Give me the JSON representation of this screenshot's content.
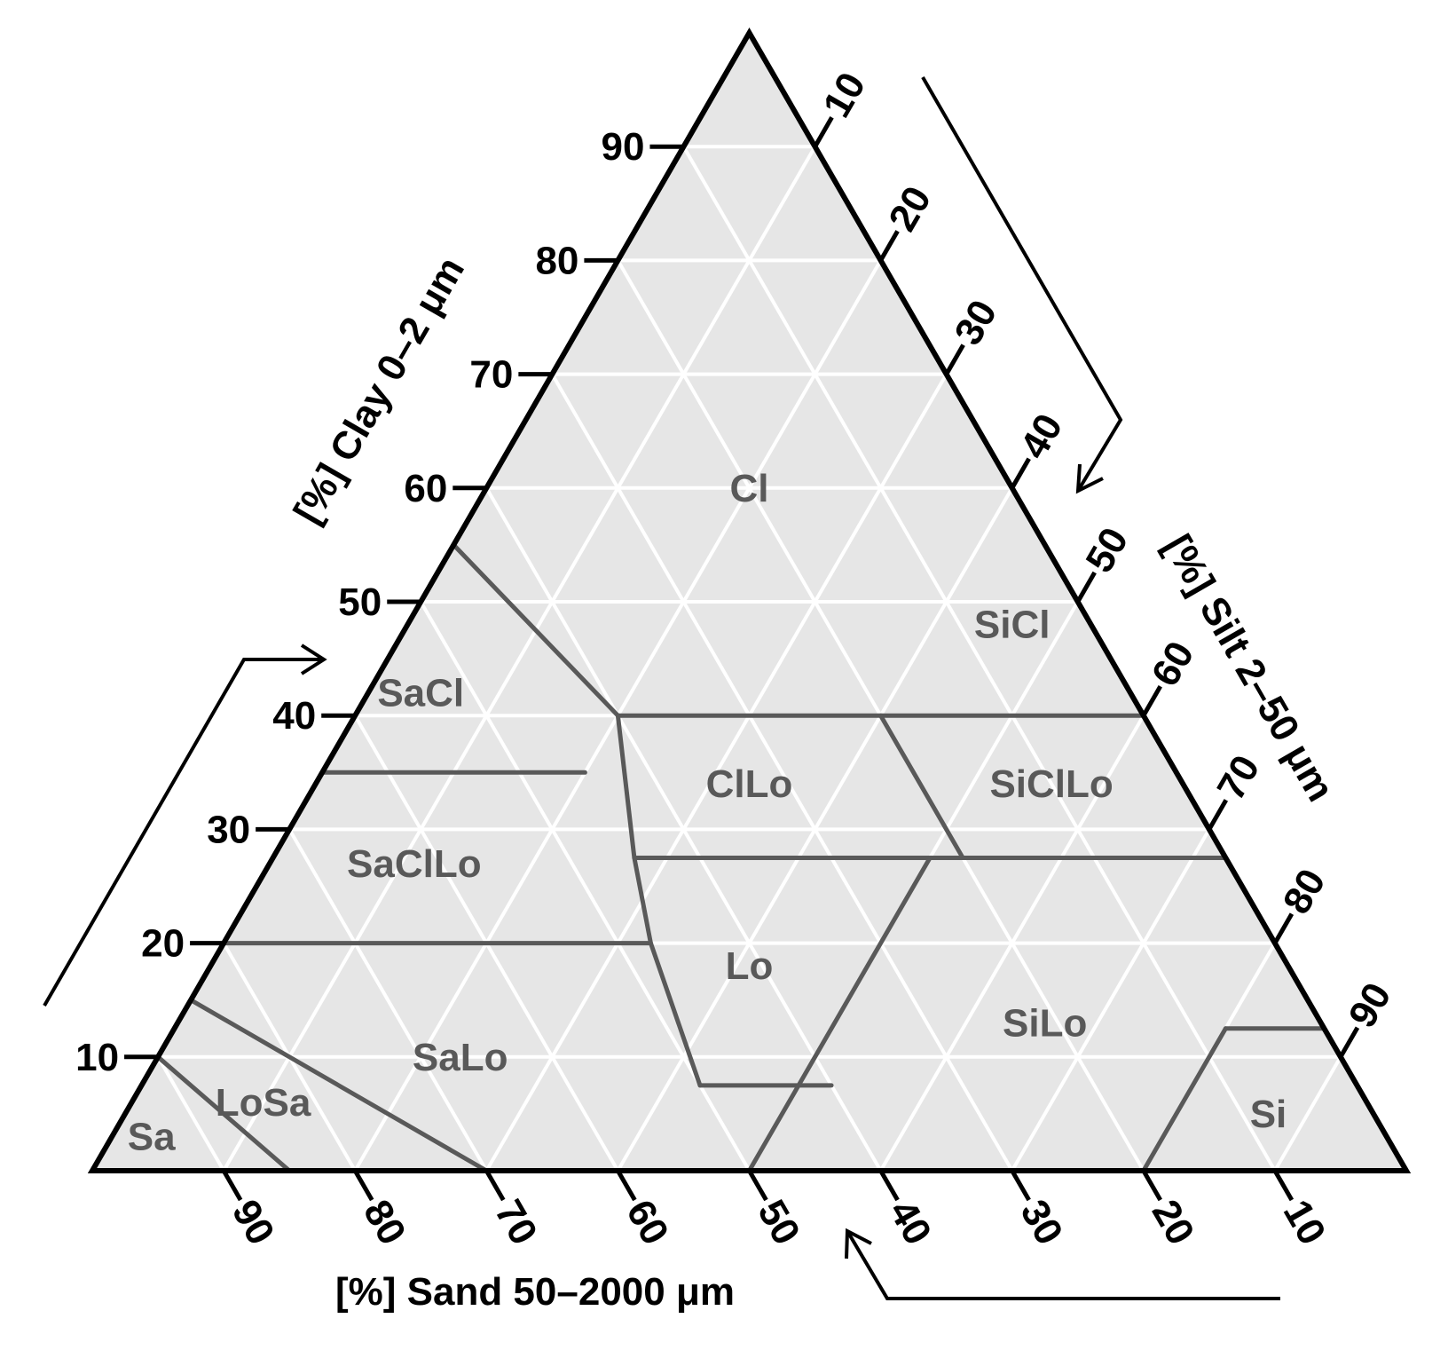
{
  "chart_data": {
    "type": "ternary",
    "colors": {
      "fill": "#e6e6e6",
      "grid": "#ffffff",
      "boundary": "#595959",
      "outline": "#000000",
      "region_text": "#595959"
    },
    "axes": {
      "clay": {
        "title": "[%] Clay 0–2 μm",
        "ticks": [
          "10",
          "20",
          "30",
          "40",
          "50",
          "60",
          "70",
          "80",
          "90"
        ],
        "direction": "increases toward top vertex"
      },
      "silt": {
        "title": "[%] Silt 2–50 μm",
        "ticks": [
          "10",
          "20",
          "30",
          "40",
          "50",
          "60",
          "70",
          "80",
          "90"
        ],
        "direction": "increases toward bottom-right vertex"
      },
      "sand": {
        "title": "[%] Sand 50–2000 μm",
        "ticks": [
          "90",
          "80",
          "70",
          "60",
          "50",
          "40",
          "30",
          "20",
          "10"
        ],
        "direction": "increases toward bottom-left vertex"
      }
    },
    "grid_step": 10,
    "grid": "on",
    "regions": [
      {
        "name": "Cl",
        "clay": 60,
        "silt": 20
      },
      {
        "name": "SiCl",
        "clay": 48,
        "silt": 46
      },
      {
        "name": "SaCl",
        "clay": 42,
        "silt": 4
      },
      {
        "name": "ClLo",
        "clay": 34,
        "silt": 33
      },
      {
        "name": "SiClLo",
        "clay": 34,
        "silt": 56
      },
      {
        "name": "SaClLo",
        "clay": 27,
        "silt": 11
      },
      {
        "name": "Lo",
        "clay": 18,
        "silt": 41
      },
      {
        "name": "SiLo",
        "clay": 13,
        "silt": 66
      },
      {
        "name": "SaLo",
        "clay": 10,
        "silt": 23
      },
      {
        "name": "LoSa",
        "clay": 6,
        "silt": 10
      },
      {
        "name": "Si",
        "clay": 5,
        "silt": 87
      },
      {
        "name": "Sa",
        "clay": 3,
        "silt": 3
      }
    ],
    "boundaries": [
      [
        [
          40,
          20
        ],
        [
          40,
          60
        ]
      ],
      [
        [
          40,
          60
        ],
        [
          60,
          40
        ]
      ],
      [
        [
          55,
          0
        ],
        [
          40,
          20
        ]
      ],
      [
        [
          35,
          0
        ],
        [
          35,
          20
        ]
      ],
      [
        [
          40,
          20
        ],
        [
          27.5,
          27.5
        ]
      ],
      [
        [
          27.5,
          27.5
        ],
        [
          27.5,
          72.5
        ]
      ],
      [
        [
          40,
          40
        ],
        [
          27.5,
          52.5
        ]
      ],
      [
        [
          20,
          0
        ],
        [
          20,
          32.5
        ]
      ],
      [
        [
          20,
          32.5
        ],
        [
          27.5,
          27.5
        ]
      ],
      [
        [
          20,
          32.5
        ],
        [
          7.5,
          42.5
        ]
      ],
      [
        [
          7.5,
          42.5
        ],
        [
          7.5,
          52.5
        ]
      ],
      [
        [
          27.5,
          50
        ],
        [
          0,
          50
        ]
      ],
      [
        [
          15,
          0
        ],
        [
          0,
          30
        ]
      ],
      [
        [
          10,
          0
        ],
        [
          0,
          15
        ]
      ],
      [
        [
          12.5,
          80
        ],
        [
          0,
          80
        ]
      ],
      [
        [
          12.5,
          80
        ],
        [
          12.5,
          87.5
        ]
      ]
    ]
  }
}
